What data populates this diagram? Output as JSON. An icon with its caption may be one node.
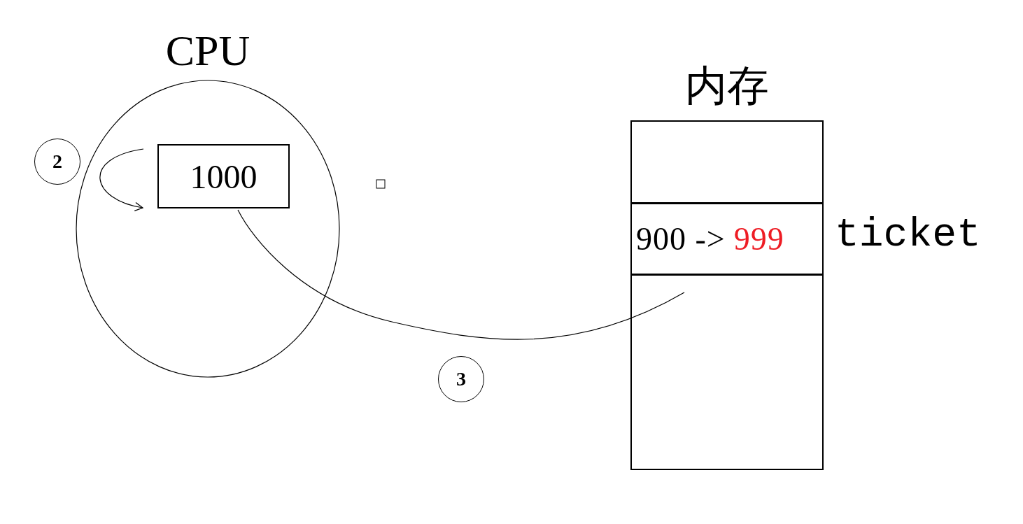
{
  "diagram": {
    "nodes": [
      {
        "text": [
          "CPU"
        ]
      },
      {
        "text": [
          "1000"
        ],
        "in": 0
      },
      {
        "text": [
          "内存"
        ]
      },
      {
        "text": [],
        "shape": "box",
        "in": 2
      },
      {
        "text": [
          "900 ->",
          "999"
        ],
        "in": 2,
        "beside": [
          "ticket"
        ]
      },
      {
        "text": [],
        "shape": "box",
        "in": 2
      }
    ],
    "edges": [
      {
        "from": 1,
        "to": 1,
        "arrow": "to"
      },
      {
        "from": 1,
        "to": 5,
        "arrow": "none"
      }
    ],
    "labels": [
      "2",
      "3"
    ]
  }
}
